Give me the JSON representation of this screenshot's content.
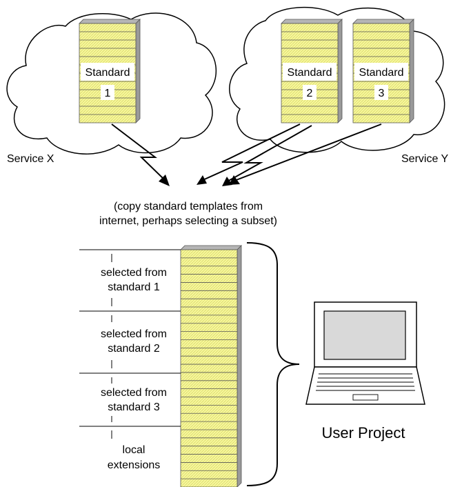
{
  "services": [
    {
      "name": "Service X",
      "standards": [
        {
          "label": "Standard",
          "number": "1"
        }
      ]
    },
    {
      "name": "Service Y",
      "standards": [
        {
          "label": "Standard",
          "number": "2"
        },
        {
          "label": "Standard",
          "number": "3"
        }
      ]
    }
  ],
  "copy_note": {
    "line1": "(copy standard templates from",
    "line2": "internet, perhaps selecting a subset)"
  },
  "project_sections": [
    {
      "line1": "selected from",
      "line2": "standard 1"
    },
    {
      "line1": "selected from",
      "line2": "standard 2"
    },
    {
      "line1": "selected from",
      "line2": "standard 3"
    },
    {
      "line1": "local",
      "line2": "extensions"
    }
  ],
  "user_project_label": "User Project",
  "colors": {
    "stack_fill": "#f7f79c",
    "stack_stripe": "#d9d96a",
    "stack_side": "#9a9a9a",
    "stack_top": "#b5b5b5",
    "laptop_screen": "#d9d9d9"
  }
}
